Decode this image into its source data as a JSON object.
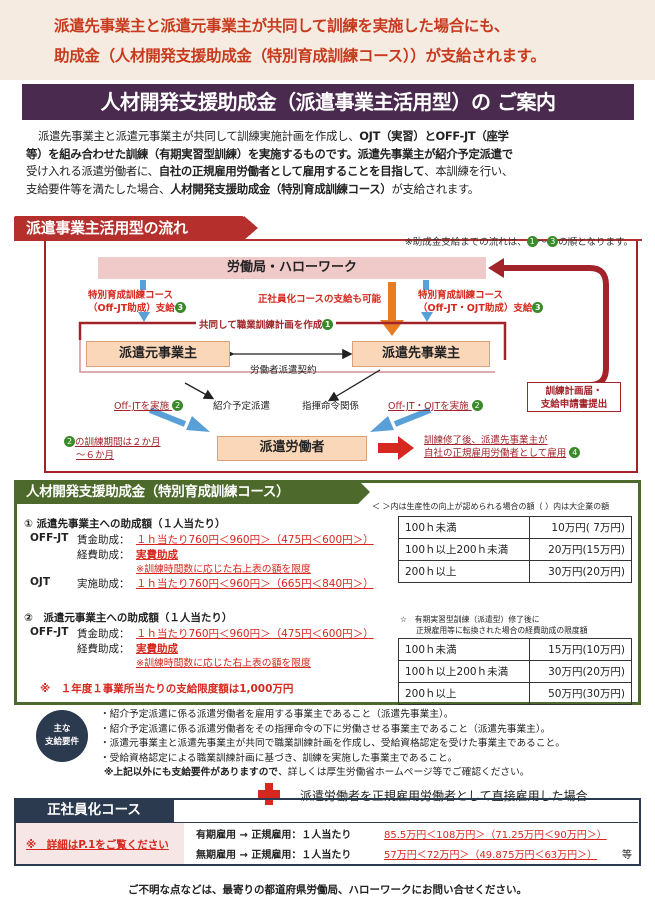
{
  "header": {
    "line1": "派遣先事業主と派遣元事業主が共同して訓練を実施した場合にも、",
    "line2": "助成金（人材開発支援助成金（特別育成訓練コース））が支給されます。"
  },
  "banner": "人材開発支援助成金（派遣事業主活用型）の ご案内",
  "intro": {
    "l1a": "派遣先事業主と派遣元事業主が共同して訓練実施計画を作成し、",
    "l1b": "OJT（実習）とOFF-JT（座学",
    "l2a": "等）を組み合わせた訓練（有期実習型訓練）を実施するものです。派遣先事業主が紹介予定派遣で",
    "l3a": "受け入れる派遣労働者に、",
    "l3b": "自社の正規雇用労働者として雇用することを目指して",
    "l3c": "、本訓練を行い、",
    "l4a": "支給要件等を満たした場合、",
    "l4b": "人材開発支援助成金（特別育成訓練コース）",
    "l4c": "が支給されます。"
  },
  "flow": {
    "title": "派遣事業主活用型の流れ",
    "note_a": "※助成金支給までの流れは、",
    "note_n1": "1",
    "note_b": "～",
    "note_n3": "3",
    "note_c": "の順となります。",
    "labor_office": "労働局・ハローワーク",
    "left_course_1": "特別育成訓練コース",
    "left_course_2": "（Off-JT助成）支給",
    "left_num": "3",
    "center_course": "正社員化コースの支給も可能",
    "right_course_1": "特別育成訓練コース",
    "right_course_2": "（Off-JT・OJT助成）支給",
    "right_num": "3",
    "joint_plan": "共同して職業訓練計画を作成",
    "joint_num": "1",
    "dispatcher": "派遣元事業主",
    "client": "派遣先事業主",
    "contract": "労働者派遣契約",
    "left_impl": "Off-JTを実施",
    "left_impl_num": "2",
    "intro_dispatch": "紹介予定派遣",
    "command": "指揮命令関係",
    "right_impl": "Off-JT・OJTを実施",
    "right_impl_num": "2",
    "period_num": "2",
    "period_1": "の訓練期間は２か月",
    "period_2": "～６か月",
    "worker": "派遣労働者",
    "after_1": "訓練修了後、派遣先事業主が",
    "after_2": "自社の正規雇用労働者として雇用",
    "after_num": "4",
    "submit_1": "訓練計画届・",
    "submit_2": "支給申請書提出"
  },
  "subsidy": {
    "title": "人材開発支援助成金（特別育成訓練コース）",
    "note": "＜ ＞内は生産性の向上が認められる場合の額（ ）内は大企業の額",
    "s1_title": "① 派遣先事業主への助成額（１人当たり）",
    "s1_offjt": "OFF-JT",
    "s1_wage_label": "賃金助成：",
    "s1_wage": "１ｈ当たり760円＜960円＞（475円＜600円＞）",
    "s1_exp_label": "経費助成：",
    "s1_exp": "実費助成",
    "s1_exp_note": "※訓練時間数に応じた右上表の額を限度",
    "s1_ojt": "OJT",
    "s1_impl_label": "実施助成：",
    "s1_impl": "１ｈ当たり760円＜960円＞（665円＜840円＞）",
    "s2_title": "②　派遣元事業主への助成額（１人当たり）",
    "s2_offjt": "OFF-JT",
    "s2_wage_label": "賃金助成：",
    "s2_wage": "１ｈ当たり760円＜960円＞（475円＜600円＞）",
    "s2_exp_label": "経費助成：",
    "s2_exp": "実費助成",
    "s2_exp_note": "※訓練時間数に応じた右上表の額を限度",
    "limit": "※　１年度１事業所当たりの支給限度額は1,000万円",
    "table1": [
      {
        "h": "100ｈ未満",
        "amt": "10万円(  7万円)"
      },
      {
        "h": "100ｈ以上200ｈ未満",
        "amt": "20万円(15万円)"
      },
      {
        "h": "200ｈ以上",
        "amt": "30万円(20万円)"
      }
    ],
    "table2_note_1": "☆　有期実習型訓練（派遣型）修了後に",
    "table2_note_2": "正規雇用等に転換された場合の経費助成の限度額",
    "table2": [
      {
        "h": "100ｈ未満",
        "amt": "15万円(10万円)"
      },
      {
        "h": "100ｈ以上200ｈ未満",
        "amt": "30万円(20万円)"
      },
      {
        "h": "200ｈ以上",
        "amt": "50万円(30万円)"
      }
    ]
  },
  "requirements": {
    "badge_1": "主な",
    "badge_2": "支給要件",
    "items": [
      "・紹介予定派遣に係る派遣労働者を雇用する事業主であること（派遣先事業主）。",
      "・紹介予定派遣に係る派遣労働者をその指揮命令の下に労働させる事業主であること（派遣先事業主）。",
      "・派遣元事業主と派遣先事業主が共同で職業訓練計画を作成し、受給資格認定を受けた事業主であること。",
      "・受給資格認定による職業訓練計画に基づき、訓練を実施した事業主であること。"
    ],
    "footnote_a": "※上記以外にも支給要件がありますので",
    "footnote_b": "、詳しくは厚生労働省ホームページ等でご確認ください。"
  },
  "seishain": {
    "heading": "派遣労働者を正規雇用労働者として直接雇用した場合",
    "tab": "正社員化コース",
    "detail": "※　詳細はP.1をご覧ください",
    "row1_label": "有期雇用 → 正規雇用：１人当たり",
    "row1_amt": "85.5万円＜108万円＞（71.25万円＜90万円＞）",
    "row2_label": "無期雇用 → 正規雇用：１人当たり",
    "row2_amt": "57万円＜72万円＞（49.875万円＜63万円＞）",
    "row2_tail": "等"
  },
  "footer": "ご不明な点などは、最寄りの都道府県労働局、ハローワークにお問い合せください。",
  "colors": {
    "accent_red": "#d6281e",
    "banner": "#4a2a4e",
    "flow": "#b52f2c",
    "green": "#4d6a2c",
    "navy": "#2c3a4f"
  }
}
